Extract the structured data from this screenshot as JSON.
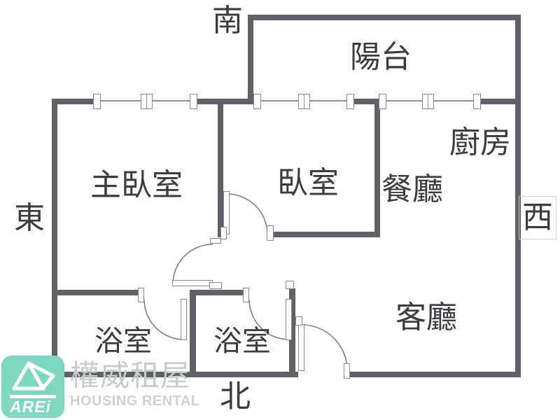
{
  "floorplan": {
    "rooms": {
      "balcony": "陽台",
      "kitchen": "廚房",
      "dining": "餐廳",
      "living": "客廳",
      "master_bedroom": "主臥室",
      "bedroom": "臥室",
      "bathroom1": "浴室",
      "bathroom2": "浴室"
    },
    "directions": {
      "south": "南",
      "north": "北",
      "east": "東",
      "west": "西"
    },
    "colors": {
      "wall": "#5e6266",
      "thin_line": "#8d9195",
      "text": "#3a3d40",
      "watermark": "#c6ccc9",
      "logo_bg": "#7fd7bf",
      "logo_text": "#ffffff"
    }
  },
  "branding": {
    "logo_abbr": "AREi",
    "company_zh": "權威租屋",
    "company_en": "HOUSING RENTAL"
  }
}
